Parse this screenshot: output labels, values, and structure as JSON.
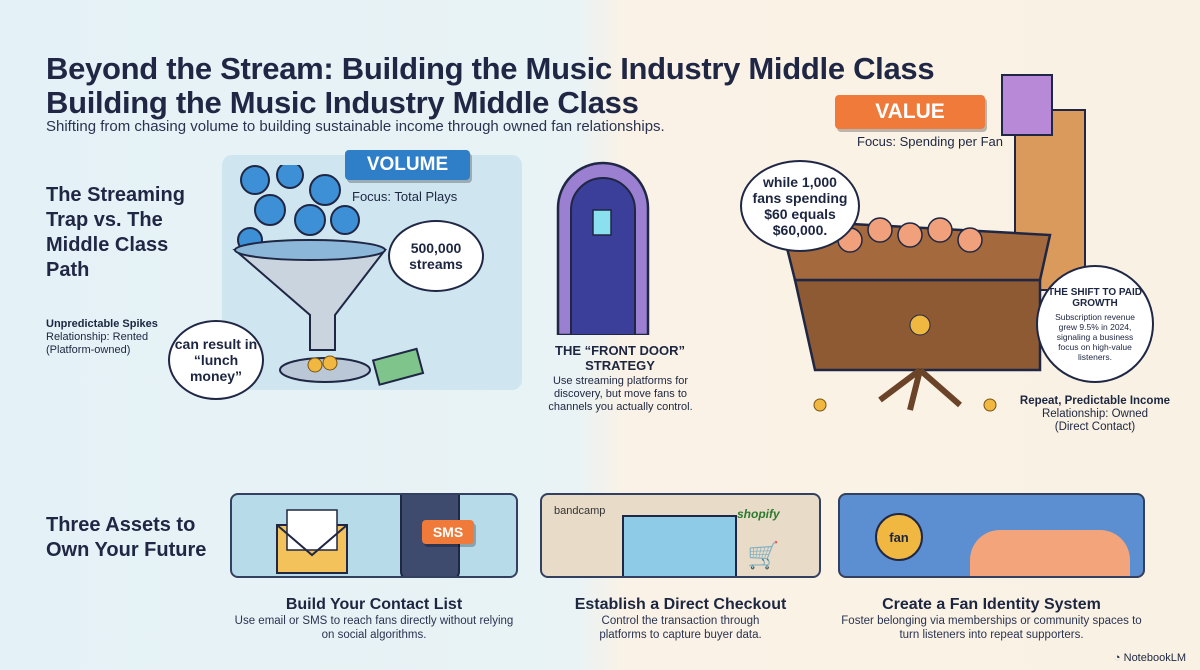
{
  "title": {
    "line1": "Beyond the Stream: Building the Music Industry Middle Class",
    "line2": "Building the Music Industry Middle Class"
  },
  "subtitle": "Shifting from chasing volume to building sustainable income through owned fan relationships.",
  "section1": {
    "heading": "The Streaming Trap vs. The Middle Class Path"
  },
  "volume": {
    "label": "VOLUME",
    "focus": "Focus: Total Plays",
    "bubble_streams": "500,000 streams",
    "bubble_lunch": "can result in “lunch money”",
    "outcome": "Unpredictable Spikes",
    "relationship": "Relationship: Rented",
    "relationship_note": "(Platform-owned)"
  },
  "front_door": {
    "title": "THE “FRONT DOOR” STRATEGY",
    "desc": "Use streaming platforms for discovery, but move fans to channels you actually control."
  },
  "value": {
    "label": "VALUE",
    "focus": "Focus: Spending per Fan",
    "bubble_fans": "while 1,000 fans spending $60 equals $60,000.",
    "shift_title": "THE SHIFT TO PAID GROWTH",
    "shift_desc": "Subscription revenue grew 9.5% in 2024, signaling a business focus on high-value listeners.",
    "outcome": "Repeat, Predictable Income",
    "relationship": "Relationship: Owned",
    "relationship_note": "(Direct Contact)"
  },
  "section2": {
    "heading": "Three Assets to Own Your Future"
  },
  "assets": [
    {
      "title": "Build Your Contact List",
      "desc": "Use email or SMS to reach fans directly without relying on social algorithms.",
      "badge": "SMS"
    },
    {
      "title": "Establish a Direct Checkout",
      "desc": "Control the transaction through platforms to capture buyer data.",
      "badge": "bandcamp",
      "badge2": "shopify"
    },
    {
      "title": "Create a Fan Identity System",
      "desc": "Foster belonging via memberships or community spaces to turn listeners into repeat supporters.",
      "badge": "fan"
    }
  ],
  "footer": {
    "brand": "NotebookLM"
  },
  "colors": {
    "navy": "#1f2744",
    "volume_blue": "#2f7fc8",
    "value_orange": "#ef7a3a",
    "panel_blue": "#cfe6f1"
  }
}
